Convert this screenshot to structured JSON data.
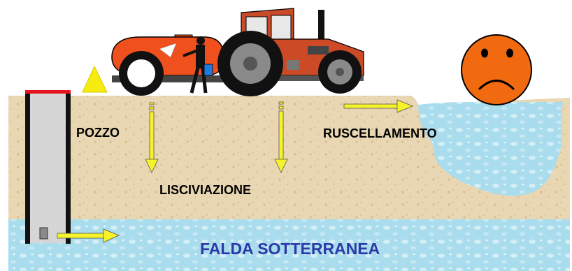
{
  "labels": {
    "well": "POZZO",
    "leaching": "LISCIVIAZIONE",
    "runoff": "RUSCELLAMENTO",
    "groundwater": "FALDA SOTTERRANEA"
  },
  "icons": {
    "tractor": "tractor-icon",
    "tank": "sprayer-tank-icon",
    "farmer": "farmer-spraying-icon",
    "spray": "spray-cone-icon",
    "face": "sad-face-icon"
  },
  "colors": {
    "soil": "#e9d6b2",
    "soil_dark": "#d7bd8d",
    "water": "#a9dcec",
    "water_light": "#d3eef7",
    "arrow": "#f6f32a",
    "tank": "#f0501e",
    "tractor": "#cc4a26",
    "face": "#f26a10",
    "groundwater_text": "#2b3aa8",
    "well_cap": "#e6141e"
  }
}
